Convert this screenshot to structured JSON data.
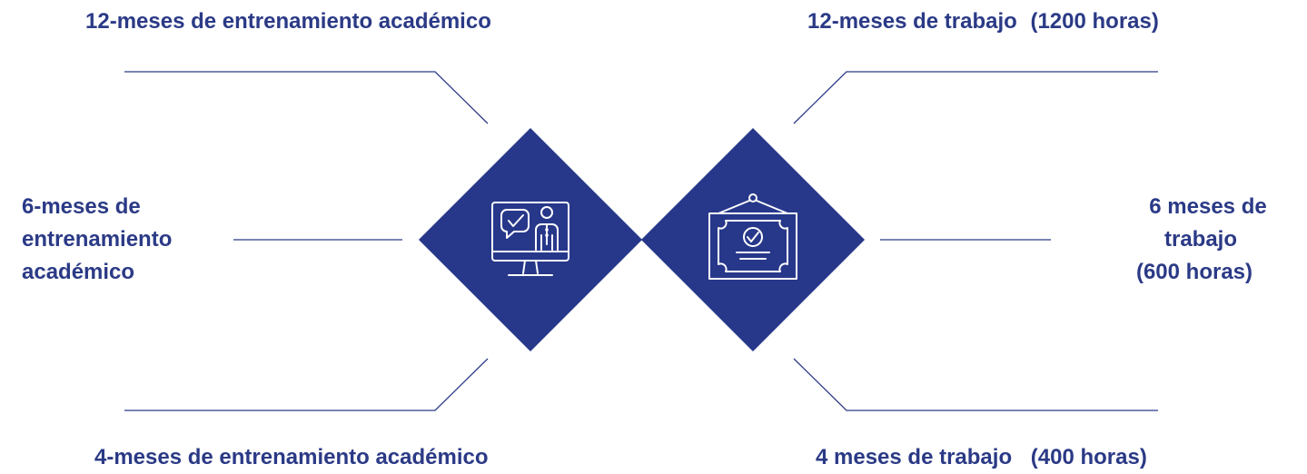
{
  "colors": {
    "accent": "#27388a",
    "text": "#2b3a86",
    "line": "#2b3a86",
    "icon_stroke": "#ffffff"
  },
  "left": {
    "top_label": "12-meses de entrenamiento académico",
    "middle_label": [
      "6-meses de",
      "entrenamiento",
      "académico"
    ],
    "bottom_label": "4-meses de entrenamiento académico",
    "icon": "monitor-presenter-checkmark-icon"
  },
  "right": {
    "top_label": "12-meses de trabajo",
    "top_hours": "(1200 horas)",
    "middle_label": [
      "6 meses de",
      "trabajo",
      "(600 horas)"
    ],
    "bottom_label": "4 meses de trabajo",
    "bottom_hours": "(400 horas)",
    "icon": "certificate-checkmark-icon"
  }
}
